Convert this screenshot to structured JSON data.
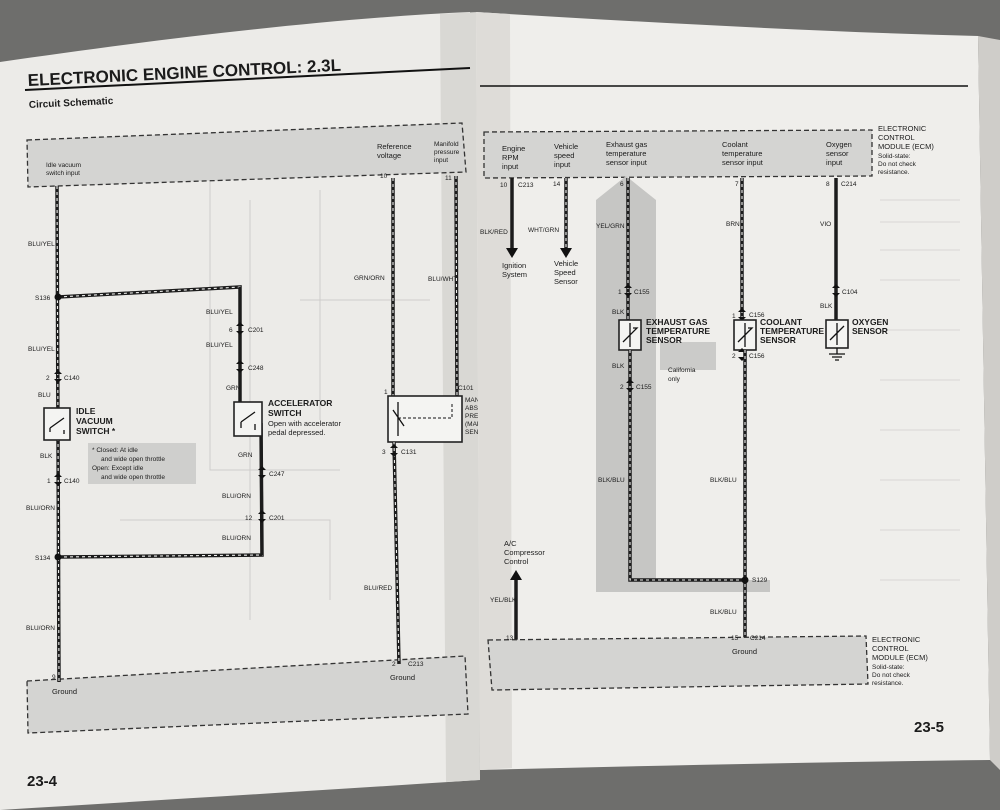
{
  "left_page": {
    "title": "ELECTRONIC ENGINE CONTROL: 2.3L",
    "subtitle": "Circuit Schematic",
    "page_number": "23-4",
    "bus_labels": {
      "idle_vacuum": "Idle vacuum",
      "switch_input": "switch input",
      "reference": "Reference",
      "voltage": "voltage",
      "manifold_1": "Manifold",
      "manifold_2": "pressure",
      "manifold_3": "input"
    },
    "pins": {
      "p9": "9",
      "p10": "10",
      "p11": "11",
      "p1": "1",
      "p3": "3",
      "p2": "2",
      "p6": "6",
      "p12": "12"
    },
    "wires": {
      "blu_yel": "BLU/YEL",
      "blu": "BLU",
      "blk": "BLK",
      "blu_orn": "BLU/ORN",
      "grn_orn": "GRN/ORN",
      "blu_wht": "BLU/WHT",
      "grn": "GRN",
      "blu_red": "BLU/RED"
    },
    "splices": {
      "s136": "S136",
      "s134": "S134"
    },
    "connectors": {
      "c140": "C140",
      "c201": "C201",
      "c248": "C248",
      "c247": "C247",
      "c131": "C131",
      "c213": "C213",
      "c101": "C101"
    },
    "idle_switch": {
      "line1": "IDLE",
      "line2": "VACUUM",
      "line3": "SWITCH *"
    },
    "note": {
      "line1": "* Closed:  At idle",
      "line2": "and wide open throttle",
      "line3": "Open:  Except idle",
      "line4": "and wide open throttle"
    },
    "accel_switch": {
      "line1": "ACCELERATOR",
      "line2": "SWITCH",
      "line3": "Open with accelerator",
      "line4": "pedal depressed."
    },
    "map_sensor_fragment": [
      "MAN",
      "ABSO",
      "PRES",
      "(MAP)",
      "SENS"
    ],
    "ground": "Ground"
  },
  "right_page": {
    "page_number": "23-5",
    "ecm_top": {
      "line1": "ELECTRONIC",
      "line2": "CONTROL",
      "line3": "MODULE (ECM)",
      "line4": "Solid-state:",
      "line5": "Do not check",
      "line6": "resistance."
    },
    "inputs": {
      "rpm": [
        "Engine",
        "RPM",
        "input"
      ],
      "speed": [
        "Vehicle",
        "speed",
        "input"
      ],
      "exhaust": [
        "Exhaust gas",
        "temperature",
        "sensor input"
      ],
      "coolant": [
        "Coolant",
        "temperature",
        "sensor input"
      ],
      "oxygen": [
        "Oxygen",
        "sensor",
        "input"
      ]
    },
    "pins": {
      "p10": "10",
      "p14": "14",
      "p6": "6",
      "p7": "7",
      "p8": "8",
      "p1": "1",
      "p2": "2",
      "p13": "13",
      "p15": "15"
    },
    "wires": {
      "blk_red": "BLK/RED",
      "wht_grn": "WHT/GRN",
      "yel_grn": "YEL/GRN",
      "brn": "BRN",
      "vio": "VIO",
      "blk": "BLK",
      "blk_blu": "BLK/BLU",
      "yel_blk": "YEL/BLK"
    },
    "connectors": {
      "c213": "C213",
      "c214": "C214",
      "c155": "C155",
      "c156": "C156",
      "c104": "C104",
      "s129": "S129"
    },
    "ignition": [
      "Ignition",
      "System"
    ],
    "vss": [
      "Vehicle",
      "Speed",
      "Sensor"
    ],
    "exhaust_sensor": [
      "EXHAUST GAS",
      "TEMPERATURE",
      "SENSOR"
    ],
    "coolant_sensor": [
      "COOLANT",
      "TEMPERATURE",
      "SENSOR"
    ],
    "oxygen_sensor": [
      "OXYGEN",
      "SENSOR"
    ],
    "california": [
      "California",
      "only"
    ],
    "ac": [
      "A/C",
      "Compressor",
      "Control"
    ],
    "ground": "Ground",
    "ecm_bottom": {
      "line1": "ELECTRONIC",
      "line2": "CONTROL",
      "line3": "MODULE (ECM)",
      "line4": "Solid-state:",
      "line5": "Do not check",
      "line6": "resistance."
    }
  }
}
